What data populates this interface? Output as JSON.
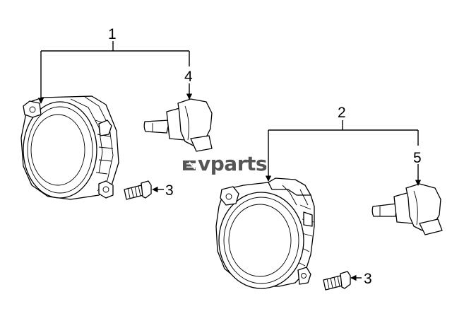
{
  "callouts": {
    "c1": "1",
    "c2": "2",
    "c3a": "3",
    "c3b": "3",
    "c4": "4",
    "c5": "5"
  },
  "watermark": {
    "text": "vparts",
    "logo_icon": "ev-logo-icon"
  }
}
